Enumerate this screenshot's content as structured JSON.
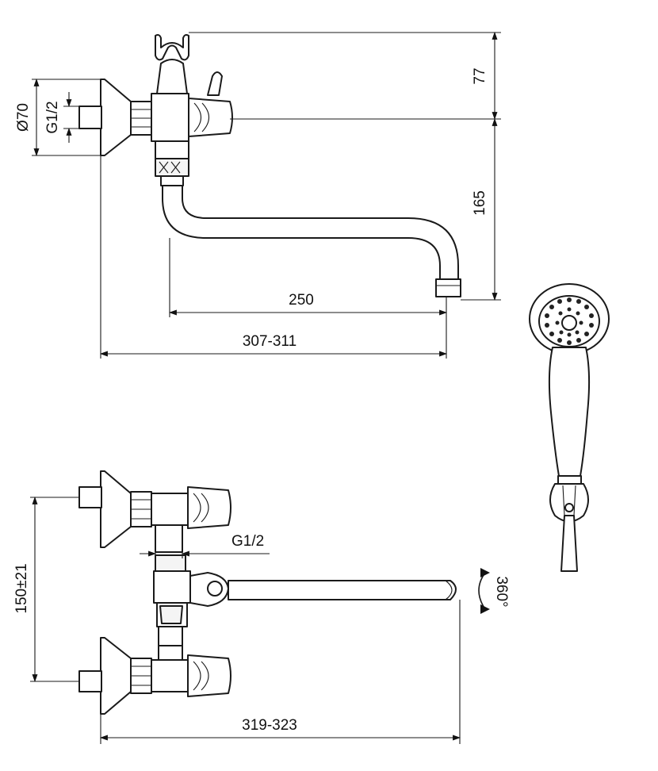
{
  "dimensions": {
    "top_height": "77",
    "spout_height": "165",
    "spout_reach": "250",
    "overall_length_top": "307-311",
    "flange_diameter": "Ø70",
    "thread_top": "G1/2",
    "thread_bottom": "G1/2",
    "center_distance": "150±21",
    "swivel": "360°",
    "overall_length_bottom": "319-323"
  }
}
